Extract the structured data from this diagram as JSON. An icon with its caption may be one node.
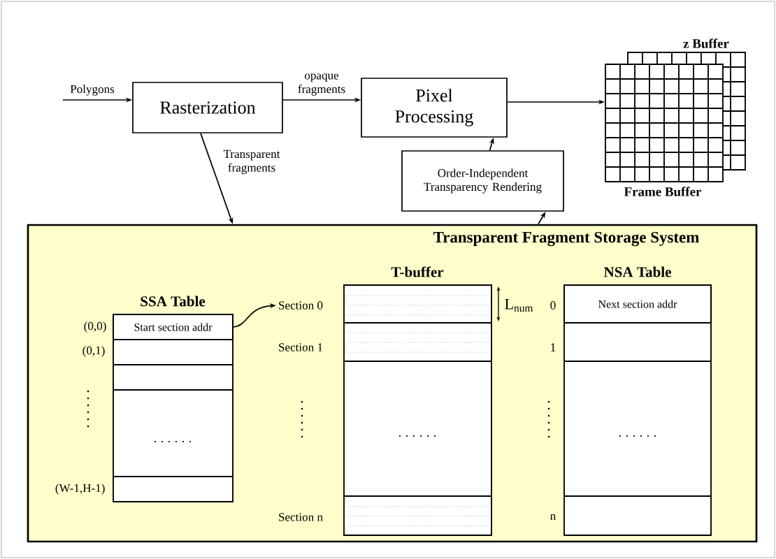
{
  "diagram": {
    "nodes": [
      {
        "text": [
          "Rasterization"
        ]
      },
      {
        "text": [
          "Pixel Processing"
        ]
      },
      {
        "text": [
          "Order-Independent Transparency Rendering"
        ]
      },
      {
        "text": [
          "Frame Buffer"
        ]
      },
      {
        "text": [
          "z Buffer"
        ]
      },
      {
        "text": [
          "Transparent Fragment Storage System"
        ]
      },
      {
        "text": [
          "SSA Table"
        ],
        "in": 5
      },
      {
        "text": [
          "Start section addr"
        ],
        "in": 6,
        "beside": [
          "(0,0)"
        ]
      },
      {
        "text": [
          "Section 0"
        ],
        "in": 5
      },
      {
        "text": [
          "T-buffer"
        ],
        "in": 5
      },
      {
        "text": [
          "NSA Table"
        ],
        "in": 5
      },
      {
        "text": [
          "Next section addr"
        ],
        "in": 10,
        "beside": [
          "0"
        ]
      }
    ],
    "edges": [
      {
        "from": null,
        "to": 0,
        "arrow": "to",
        "label": "Polygons"
      },
      {
        "from": 0,
        "to": 1,
        "arrow": "to",
        "label": "opaque fragments"
      },
      {
        "from": 0,
        "to": 5,
        "arrow": "to",
        "label": "Transparent fragments"
      },
      {
        "from": 1,
        "to": 3,
        "arrow": "to"
      },
      {
        "from": 2,
        "to": 1,
        "arrow": "to"
      },
      {
        "from": 5,
        "to": 2,
        "arrow": "to"
      },
      {
        "from": 7,
        "to": 8,
        "arrow": "to"
      }
    ],
    "labels": [
      "L$_{num}$",
      "Section 1",
      "1",
      "(0,1)",
      "(W-1,H-1)",
      "Section n",
      "n"
    ]
  }
}
